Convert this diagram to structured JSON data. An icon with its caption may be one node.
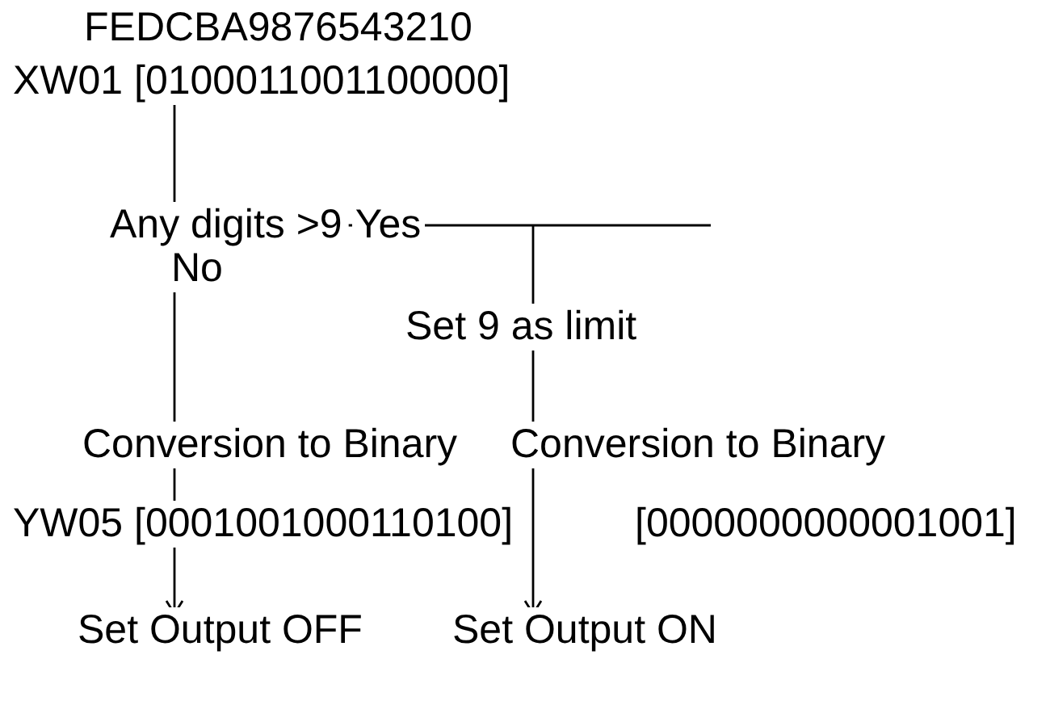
{
  "diagram": {
    "nodes": [
      {
        "text": [
          "XW01 [0100011001100000]"
        ]
      },
      {
        "text": [
          "Any digits >9"
        ]
      },
      {
        "text": [
          "Set 9 as limit"
        ]
      },
      {
        "text": [
          "Conversion to Binary"
        ]
      },
      {
        "text": [
          "Conversion to Binary"
        ]
      },
      {
        "text": [
          "YW05 [0001001000110100]"
        ]
      },
      {
        "text": [
          "Set Output OFF"
        ]
      },
      {
        "text": [
          "Set Output ON"
        ]
      }
    ],
    "edges": [
      {
        "from": 0,
        "to": 1,
        "arrow": "none"
      },
      {
        "from": 1,
        "to": 2,
        "arrow": "none",
        "label": "Yes"
      },
      {
        "from": 1,
        "to": 3,
        "arrow": "none",
        "label": "No"
      },
      {
        "from": 2,
        "to": 4,
        "arrow": "none"
      },
      {
        "from": 3,
        "to": 5,
        "arrow": "none"
      },
      {
        "from": 5,
        "to": 6,
        "arrow": "to"
      },
      {
        "from": 4,
        "to": 7,
        "arrow": "to"
      }
    ],
    "labels": [
      "FEDCBA9876543210",
      "[0000000000001001]"
    ]
  }
}
